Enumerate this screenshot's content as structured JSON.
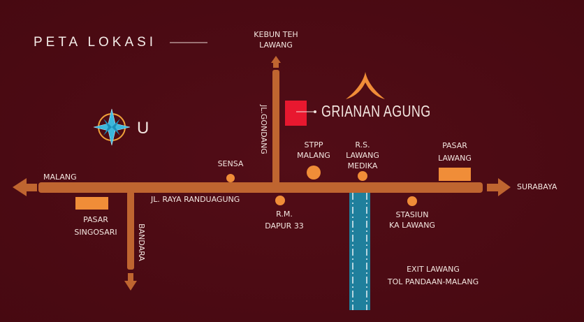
{
  "title": "PETA LOKASI",
  "compass": {
    "icon": "compass-rose-icon",
    "north_label": "U"
  },
  "destination": {
    "name": "GRIANAN AGUNG",
    "marker_color": "#e8182f"
  },
  "directions": {
    "north": [
      "KEBUN TEH",
      "LAWANG"
    ],
    "west": "MALANG",
    "east": "SURABAYA",
    "south": "BANDARA"
  },
  "roads": {
    "main": "JL. RAYA RANDUAGUNG",
    "north": "JL.GONDANG",
    "toll": [
      "EXIT LAWANG",
      "TOL PANDAAN-MALANG"
    ]
  },
  "landmarks": {
    "sensa": [
      "SENSA"
    ],
    "stpp": [
      "STPP",
      "MALANG"
    ],
    "rs": [
      "R.S.",
      "LAWANG",
      "MEDIKA"
    ],
    "pasar_lawang": [
      "PASAR",
      "LAWANG"
    ],
    "rm": [
      "R.M.",
      "DAPUR 33"
    ],
    "stasiun": [
      "STASIUN",
      "KA LAWANG"
    ],
    "pasar_singosari": [
      "PASAR",
      "SINGOSARI"
    ]
  },
  "colors": {
    "background": "#4b0a13",
    "road": "#bf6530",
    "poi": "#f08d38",
    "toll": "#1f7f9c"
  }
}
